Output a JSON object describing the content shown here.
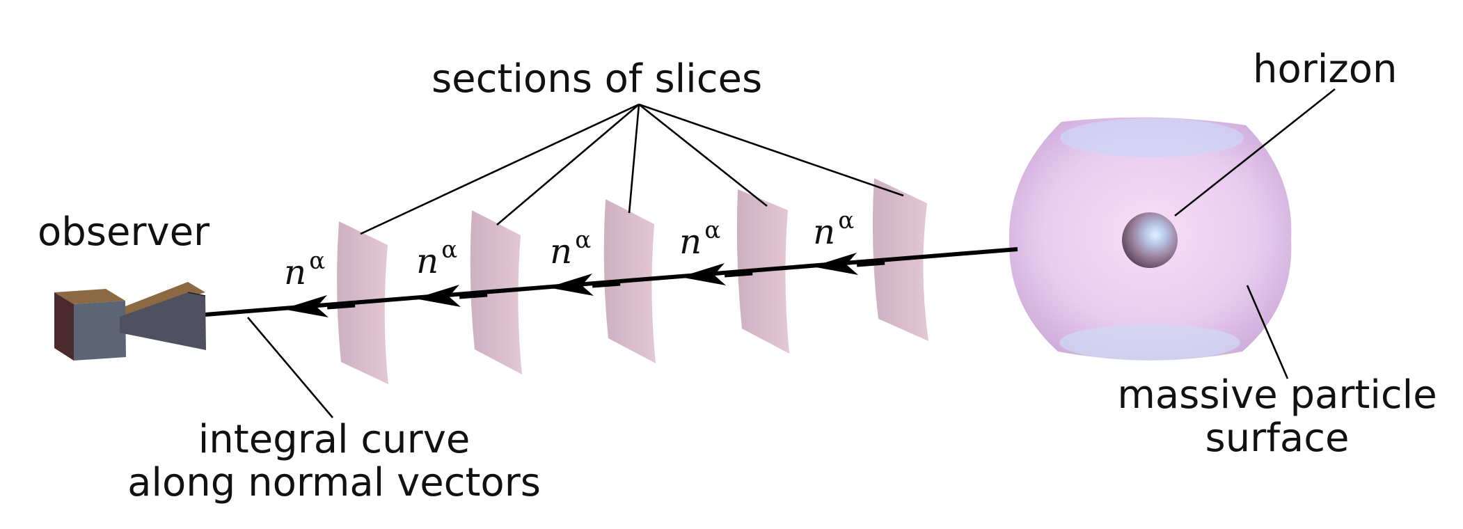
{
  "labels": {
    "sections": "sections of slices",
    "horizon": "horizon",
    "observer": "observer",
    "curve_line1": "integral curve",
    "curve_line2": "along normal vectors",
    "particle_line1": "massive particle",
    "particle_line2": "surface"
  },
  "vector_label": {
    "base": "n",
    "sup": "α"
  },
  "colors": {
    "slice": "#d8b8c8",
    "slice_edge": "#c9a6b9",
    "sphere": "#e8c8ef",
    "sphere_cap": "#cfd6f4",
    "camera_front": "#5d6475",
    "camera_top": "#8b6a43",
    "camera_side": "#4a2a2e",
    "lens": "#4f5161",
    "lens_top": "#8b6a43",
    "line": "#000000"
  },
  "icons": [
    "camera-icon",
    "arrowhead-icon",
    "horizon-sphere-icon"
  ]
}
